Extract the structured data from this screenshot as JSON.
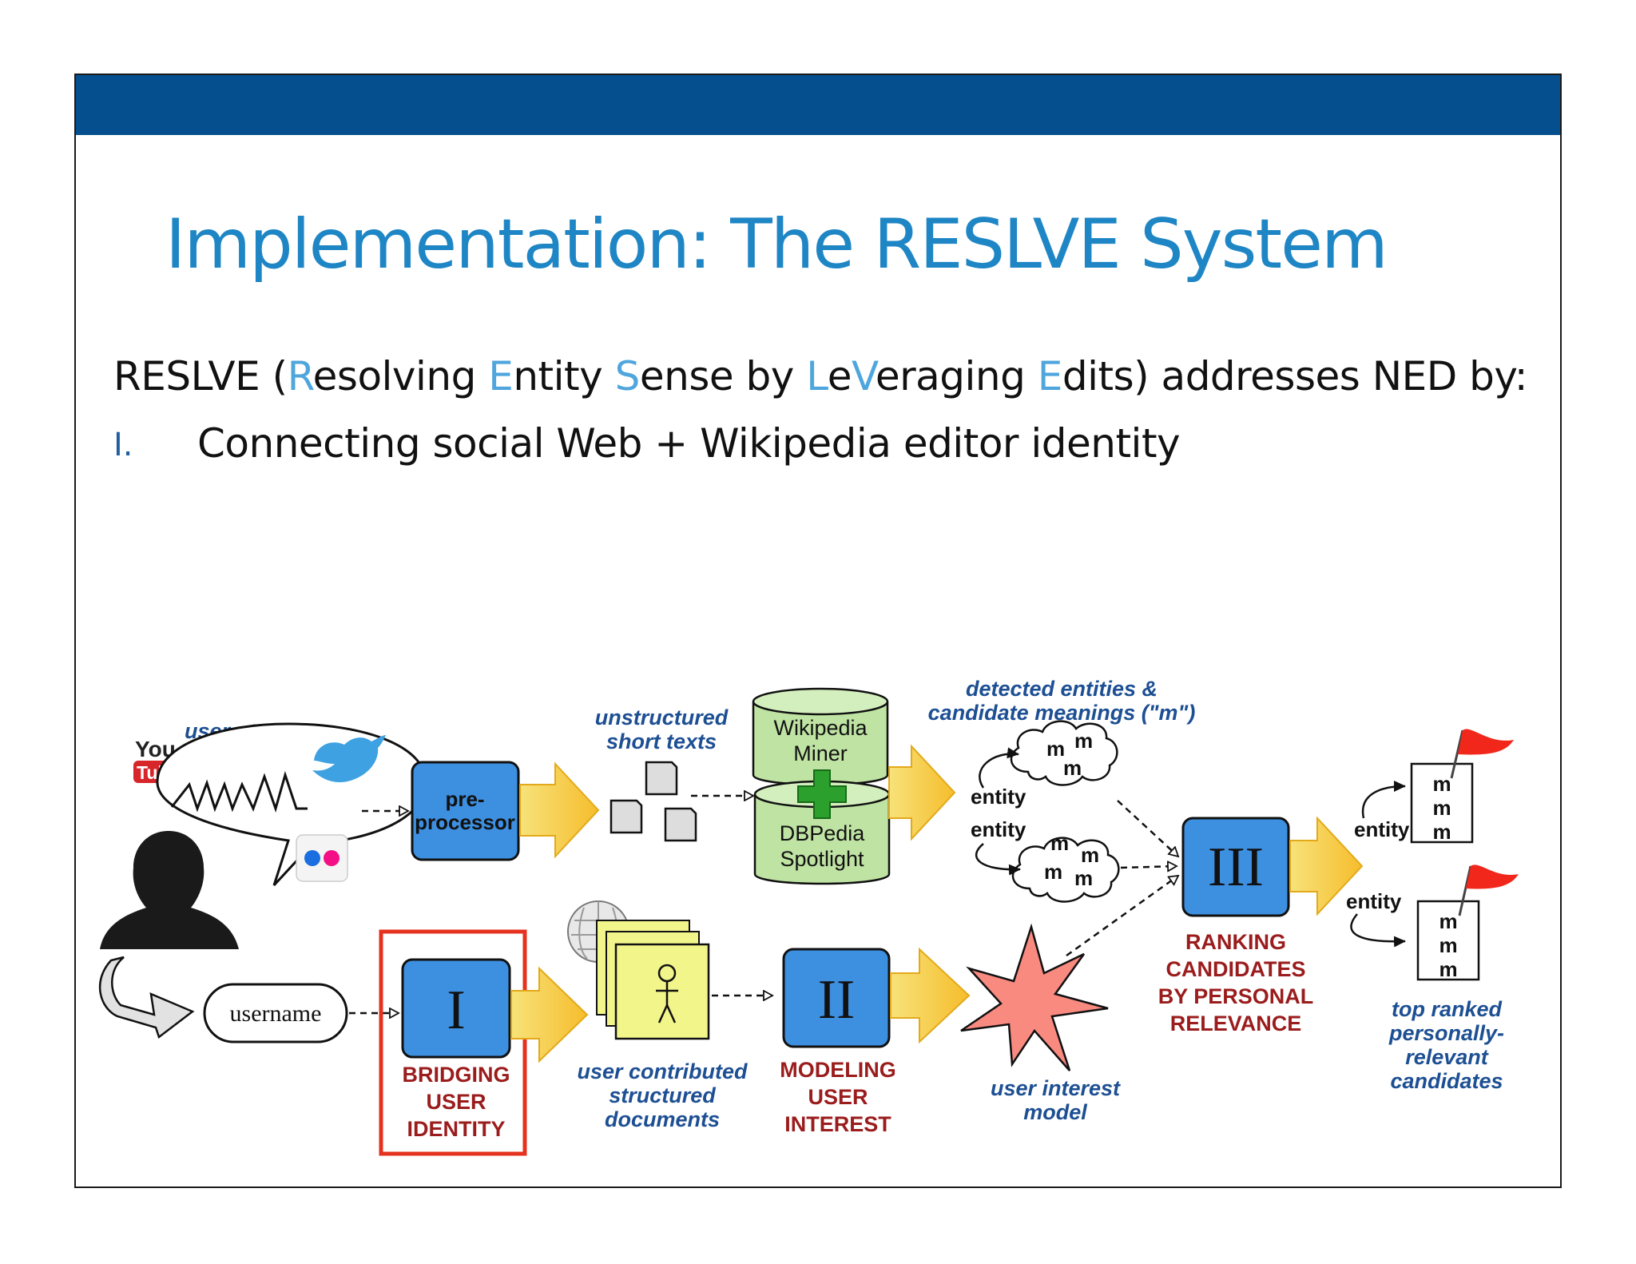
{
  "slide": {
    "title": "Implementation: The RESLVE System",
    "intro": {
      "prefix": "RESLVE (",
      "parts": [
        {
          "hl": "R",
          "rest": "esolving "
        },
        {
          "hl": "E",
          "rest": "ntity "
        },
        {
          "hl": "S",
          "rest": "ense by "
        },
        {
          "hl": "L",
          "rest": "e"
        },
        {
          "hl": "V",
          "rest": "eraging "
        },
        {
          "hl": "E",
          "rest": "dits"
        }
      ],
      "suffix": ") addresses NED by:"
    },
    "bullet": {
      "marker": "I.",
      "text": "Connecting social Web + Wikipedia editor identity"
    }
  },
  "diagram": {
    "user_utterances": "user utterances",
    "youtube_you": "You",
    "youtube_tube": "Tube",
    "preprocessor": [
      "pre-",
      "processor"
    ],
    "unstructured_short_texts": [
      "unstructured",
      "short texts"
    ],
    "wikipedia_miner": [
      "Wikipedia",
      "Miner"
    ],
    "dbpedia_spotlight": [
      "DBPedia",
      "Spotlight"
    ],
    "detected_entities": [
      "detected entities &",
      "candidate meanings (\"m\")"
    ],
    "entity": "entity",
    "m": "m",
    "stage_1": "I",
    "stage_2": "II",
    "stage_3": "III",
    "username": "username",
    "bridging_user_identity": [
      "BRIDGING",
      "USER",
      "IDENTITY"
    ],
    "user_contributed_documents": [
      "user contributed",
      "structured",
      "documents"
    ],
    "modeling_user_interest": [
      "MODELING",
      "USER",
      "INTEREST"
    ],
    "user_interest_model": [
      "user interest",
      "model"
    ],
    "ranking_candidates": [
      "RANKING",
      "CANDIDATES",
      "BY PERSONAL",
      "RELEVANCE"
    ],
    "top_ranked": [
      "top ranked",
      "personally-",
      "relevant",
      "candidates"
    ],
    "colors": {
      "header": "#064f8f",
      "title": "#1f86c5",
      "highlight": "#4fa6dd",
      "stage_box": "#3d8fe0",
      "arrow": "#f7c535",
      "database": "#bfe3a3",
      "documents": "#f2f58a",
      "star": "#f98a80",
      "highlight_frame": "#e5321f",
      "flag": "#f0271a"
    }
  }
}
